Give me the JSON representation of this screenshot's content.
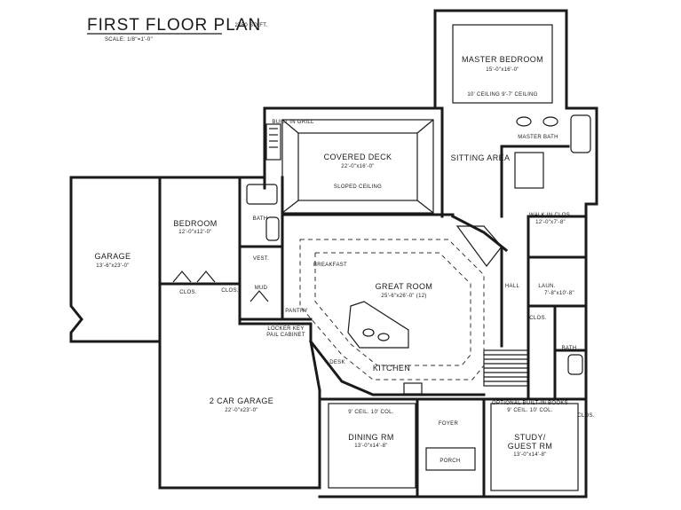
{
  "title": {
    "main": "FIRST FLOOR PLAN",
    "sqft": "2750 SQ.FT.",
    "scale": "SCALE: 1/8\"=1'-0\""
  },
  "rooms": {
    "master_bedroom": {
      "name": "MASTER BEDROOM",
      "dims": "15'-0\"x16'-0\"",
      "note": "10' CEILING 9'-7' CEILING"
    },
    "covered_deck": {
      "name": "COVERED DECK",
      "dims": "22'-0\"x16'-0\"",
      "note": "SLOPED CEILING",
      "grill": "BUILT IN GRILL"
    },
    "sitting_area": {
      "name": "SITTING AREA"
    },
    "master_bath": {
      "name": "MASTER BATH"
    },
    "walk_in_closet": {
      "name": "WALK IN CLOS.",
      "dims": "12'-0\"x7'-8\""
    },
    "bedroom": {
      "name": "BEDROOM",
      "dims": "12'-0\"x12'-0\""
    },
    "bath_upper": {
      "name": "BATH"
    },
    "garage": {
      "name": "GARAGE",
      "dims": "13'-6\"x23'-0\""
    },
    "breakfast": {
      "name": "BREAKFAST"
    },
    "great_room": {
      "name": "GREAT ROOM",
      "dims": "25'-6\"x26'-0\" (12)"
    },
    "vest": {
      "name": "VEST."
    },
    "clos_garage": {
      "name": "CLOS."
    },
    "clos_small": {
      "name": "CLOS."
    },
    "mud": {
      "name": "MUD"
    },
    "pantry": {
      "name": "PANTRY"
    },
    "locker_note": {
      "line1": "LOCKER KEY",
      "line2": "PAIL CABINET"
    },
    "hall": {
      "name": "HALL"
    },
    "laun": {
      "name": "LAUN.",
      "dims": "7'-8\"x10'-8\""
    },
    "clos_hall": {
      "name": "CLOS."
    },
    "bath_lower": {
      "name": "BATH"
    },
    "clos_right": {
      "name": "CLOS."
    },
    "kitchen": {
      "name": "KITCHEN"
    },
    "desk": {
      "name": "DESK"
    },
    "two_car_garage": {
      "name": "2 CAR GARAGE",
      "dims": "22'-0\"x23'-0\""
    },
    "dining_rm": {
      "name": "DINING RM",
      "dims": "13'-0\"x14'-8\"",
      "note": "9' CEIL. 10' COL."
    },
    "foyer": {
      "name": "FOYER"
    },
    "porch": {
      "name": "PORCH"
    },
    "study": {
      "name": "STUDY/",
      "name2": "GUEST RM",
      "dims": "13'-0\"x14'-8\"",
      "note": "OPTIONAL BUILT-IN BOOKS",
      "ceiling": "9' CEIL. 10' COL."
    }
  }
}
